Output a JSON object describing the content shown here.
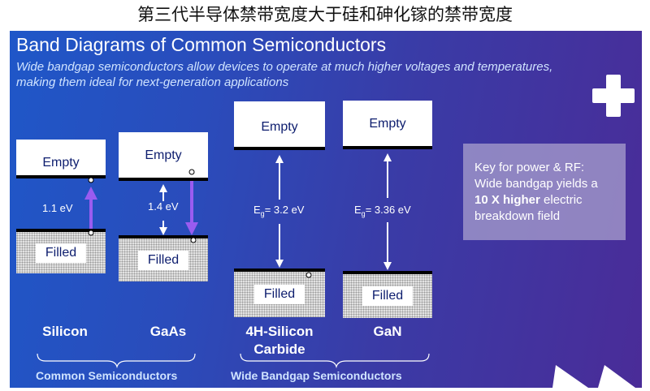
{
  "page_title": "第三代半导体禁带宽度大于硅和砷化镓的禁带宽度",
  "slide": {
    "title": "Band Diagrams of Common Semiconductors",
    "subtitle": "Wide bandgap semiconductors allow devices to operate at much higher voltages and temperatures, making them ideal for next-generation applications"
  },
  "bands": {
    "empty_label": "Empty",
    "filled_label": "Filled"
  },
  "materials": {
    "silicon": {
      "name": "Silicon",
      "gap": "1.1 eV"
    },
    "gaas": {
      "name": "GaAs",
      "gap": "1.4 eV"
    },
    "sic": {
      "name_line1": "4H-Silicon",
      "name_line2": "Carbide",
      "gap_prefix": "E",
      "gap_sub": "g",
      "gap_value": "= 3.2 eV"
    },
    "gan": {
      "name": "GaN",
      "gap_prefix": "E",
      "gap_sub": "g",
      "gap_value": "= 3.36 eV"
    }
  },
  "groups": {
    "common": "Common Semiconductors",
    "wide": "Wide Bandgap Semiconductors"
  },
  "key": {
    "line1": "Key for power & RF:",
    "line2": "Wide bandgap yields a",
    "bold": "10 X higher",
    "line3_rest": " electric",
    "line4": "breakdown field"
  },
  "colors": {
    "arrow_purple": "#9a5cf0",
    "arrow_white": "#ffffff"
  }
}
